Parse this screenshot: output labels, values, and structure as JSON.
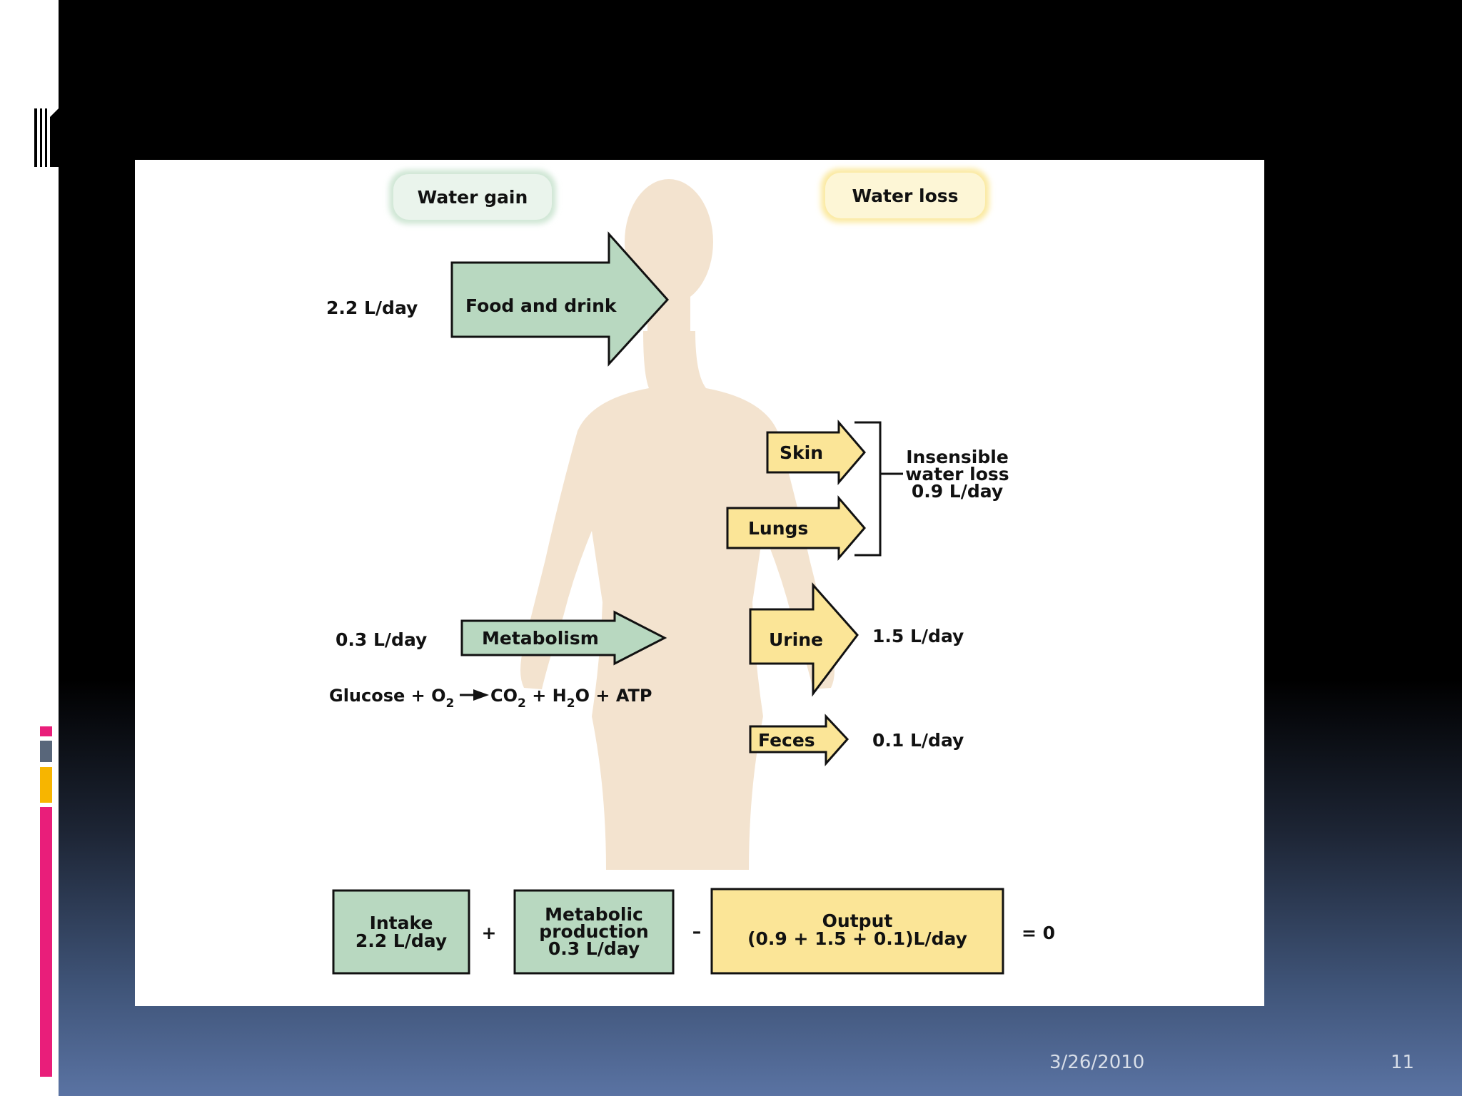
{
  "diagram": {
    "water_gain_label": "Water gain",
    "water_loss_label": "Water loss",
    "gain": {
      "food_drink_rate": "2.2 L/day",
      "food_drink_label": "Food and drink",
      "metabolism_rate": "0.3 L/day",
      "metabolism_label": "Metabolism",
      "equation_glucose": "Glucose + O",
      "equation_o_sub": "2",
      "equation_co": "CO",
      "equation_co_sub": "2",
      "equation_h": " + H",
      "equation_h_sub": "2",
      "equation_tail": "O + ATP"
    },
    "loss": {
      "skin_label": "Skin",
      "lungs_label": "Lungs",
      "insensible_line1": "Insensible",
      "insensible_line2": "water loss",
      "insensible_rate": "0.9 L/day",
      "urine_label": "Urine",
      "urine_rate": "1.5 L/day",
      "feces_label": "Feces",
      "feces_rate": "0.1 L/day"
    },
    "balance": {
      "intake_line1": "Intake",
      "intake_line2": "2.2 L/day",
      "plus": "+",
      "metabolic_line1": "Metabolic",
      "metabolic_line2": "production",
      "metabolic_line3": "0.3 L/day",
      "minus": "–",
      "output_line1": "Output",
      "output_line2": "(0.9 + 1.5 + 0.1)L/day",
      "equals": "= 0"
    }
  },
  "footer": {
    "date": "3/26/2010",
    "page": "11"
  },
  "colors": {
    "gain_fill": "#b8d8c0",
    "loss_fill": "#fbe597",
    "body_silhouette": "#f3e3cf",
    "accent_pink": "#e91e7a",
    "accent_gray": "#58667a",
    "accent_yellow": "#f7b500"
  }
}
